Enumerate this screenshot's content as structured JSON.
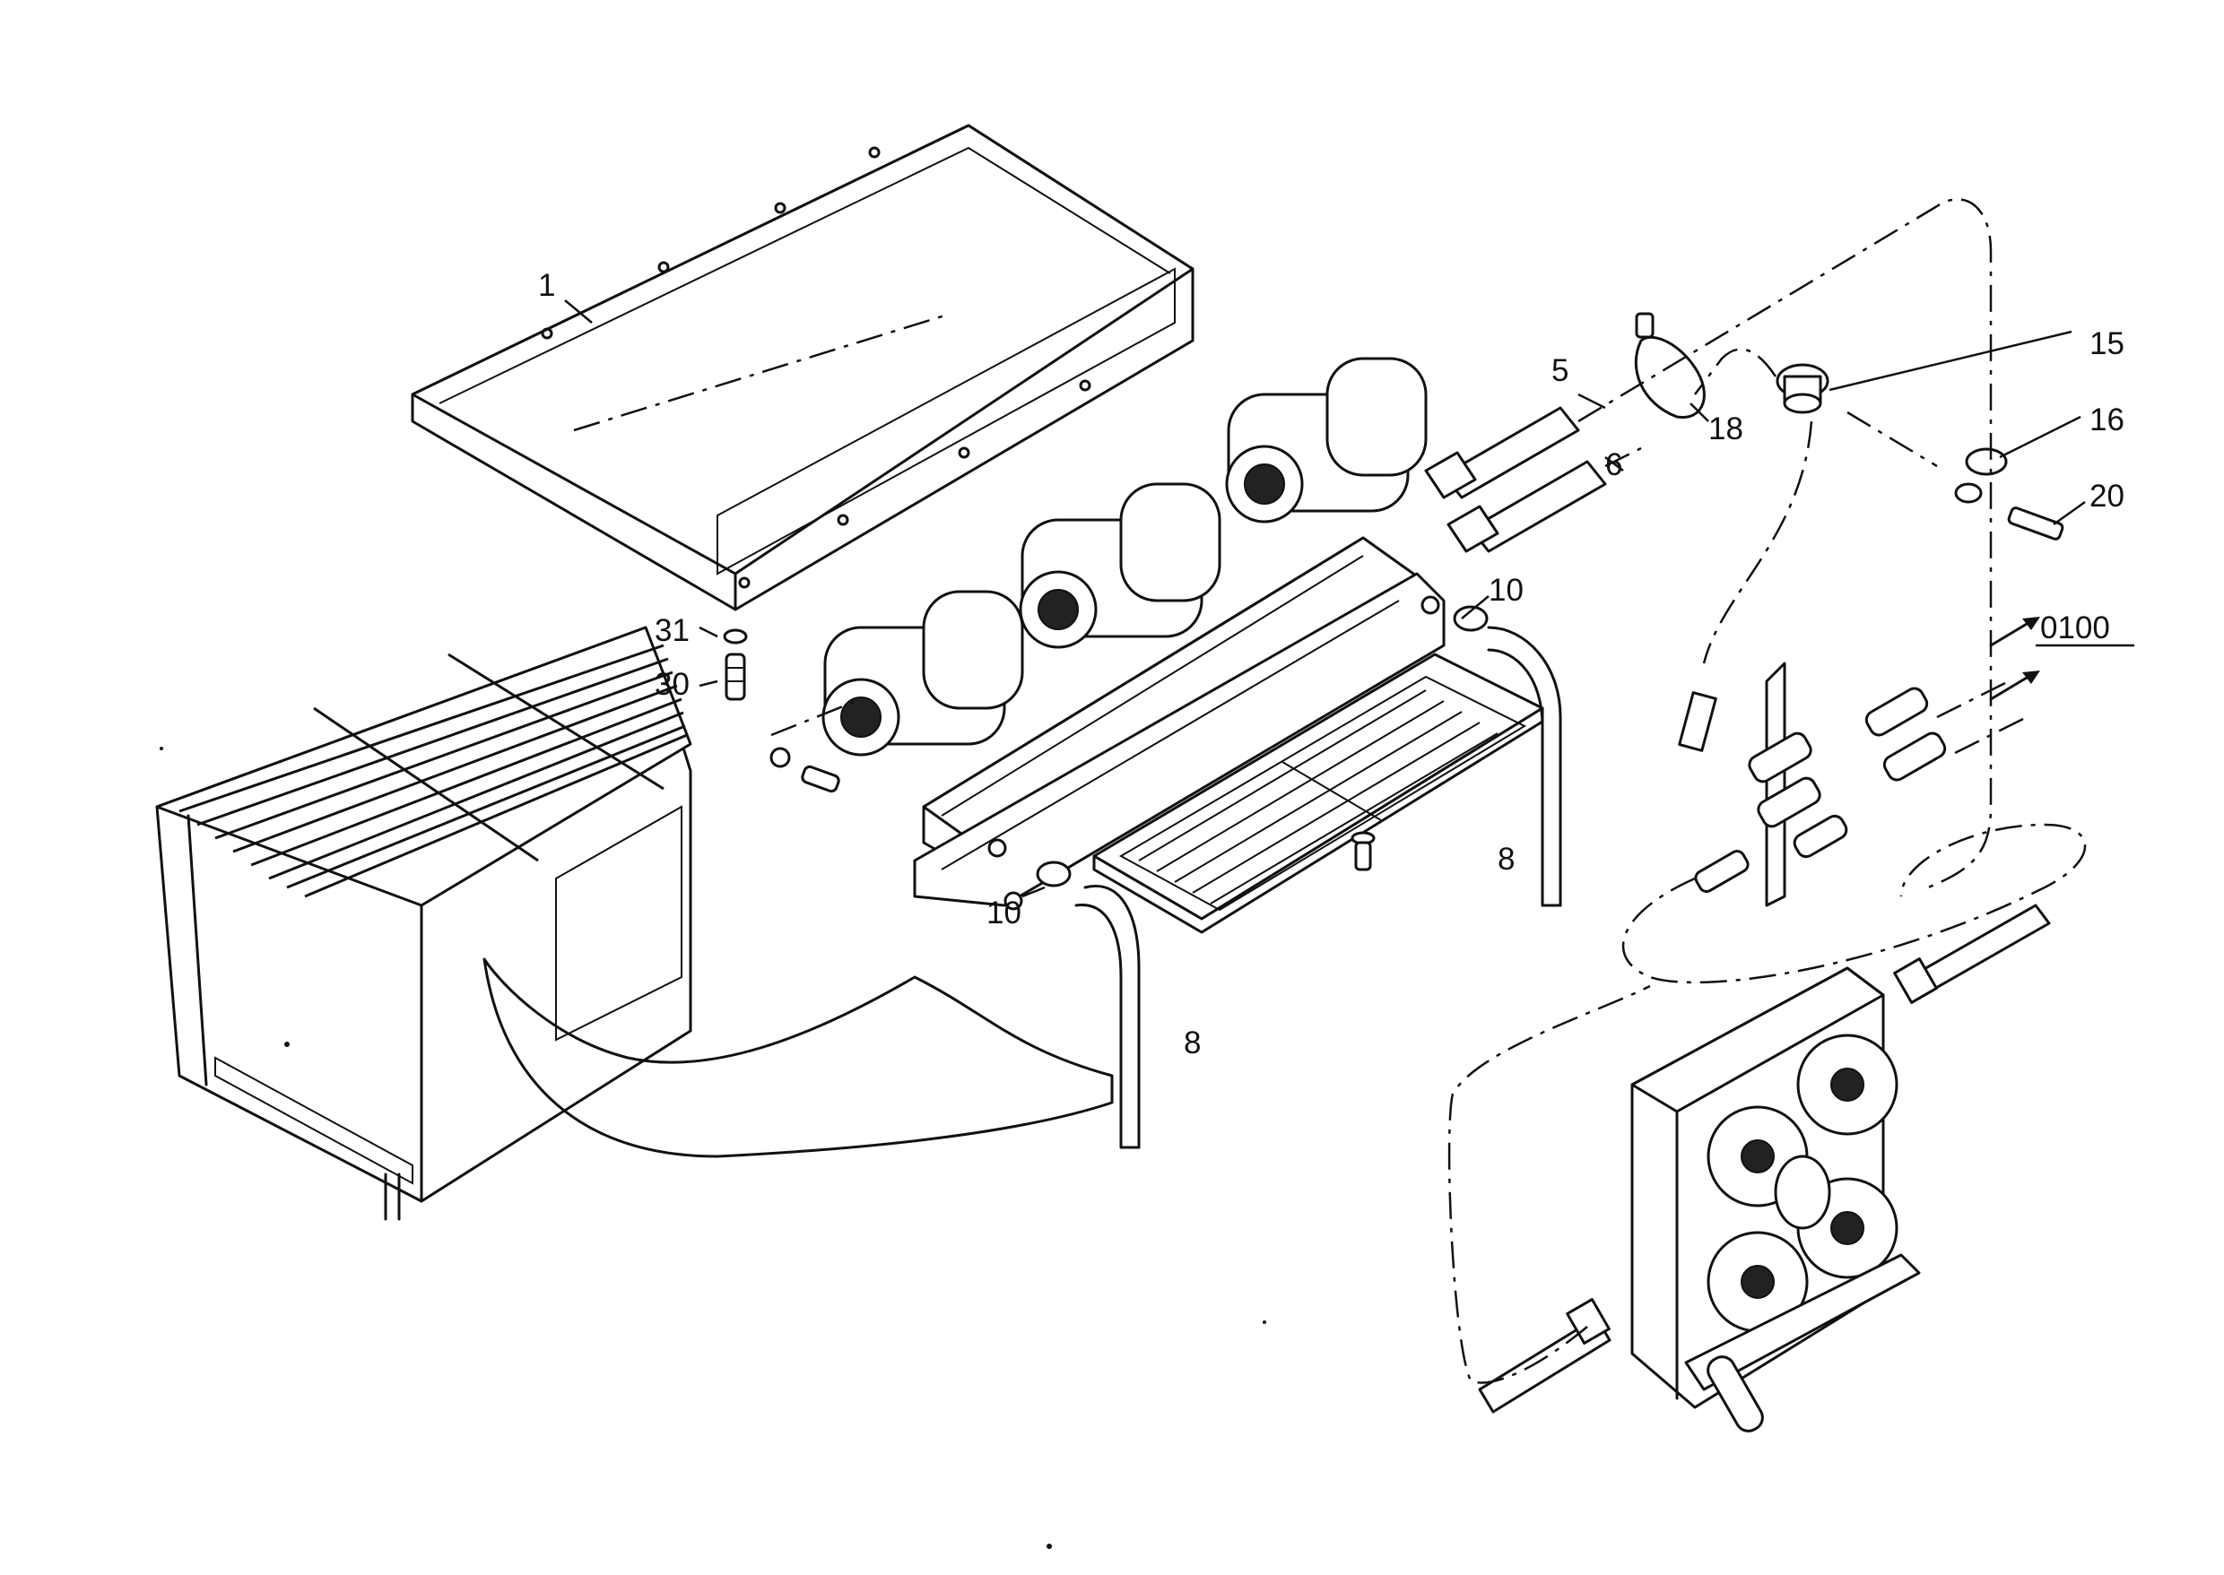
{
  "diagram": {
    "callouts": [
      {
        "id": "1",
        "label": "1"
      },
      {
        "id": "5",
        "label": "5"
      },
      {
        "id": "6",
        "label": "6"
      },
      {
        "id": "8a",
        "label": "8"
      },
      {
        "id": "8b",
        "label": "8"
      },
      {
        "id": "10a",
        "label": "10"
      },
      {
        "id": "10b",
        "label": "10"
      },
      {
        "id": "15",
        "label": "15"
      },
      {
        "id": "16",
        "label": "16"
      },
      {
        "id": "18",
        "label": "18"
      },
      {
        "id": "20",
        "label": "20"
      },
      {
        "id": "30",
        "label": "30"
      },
      {
        "id": "31",
        "label": "31"
      }
    ],
    "reference": "0100"
  }
}
